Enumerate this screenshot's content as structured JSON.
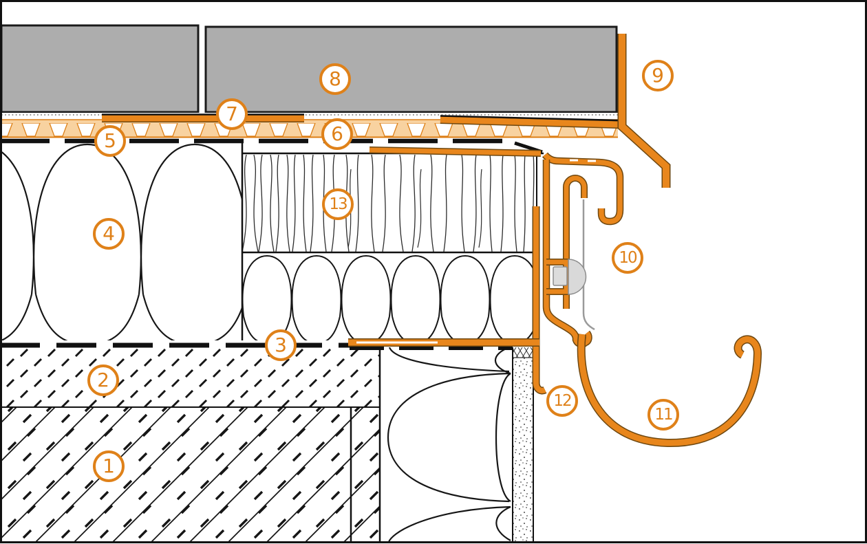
{
  "diagram": {
    "kind": "construction-detail-cross-section",
    "description": "Flat roof eaves detail with numbered material callouts"
  },
  "colors": {
    "accent_orange": "#E8861C",
    "callout_orange": "#DF8119",
    "pale_batten_orange": "#F8D2A0",
    "panel_gray": "#ADADAD",
    "line_black": "#1A1A1A",
    "bolt_gray": "#D9D9D9"
  },
  "callouts": [
    {
      "number": "1"
    },
    {
      "number": "2"
    },
    {
      "number": "3"
    },
    {
      "number": "4"
    },
    {
      "number": "5"
    },
    {
      "number": "6"
    },
    {
      "number": "7"
    },
    {
      "number": "8"
    },
    {
      "number": "9"
    },
    {
      "number": "10"
    },
    {
      "number": "11"
    },
    {
      "number": "12"
    },
    {
      "number": "13"
    }
  ]
}
